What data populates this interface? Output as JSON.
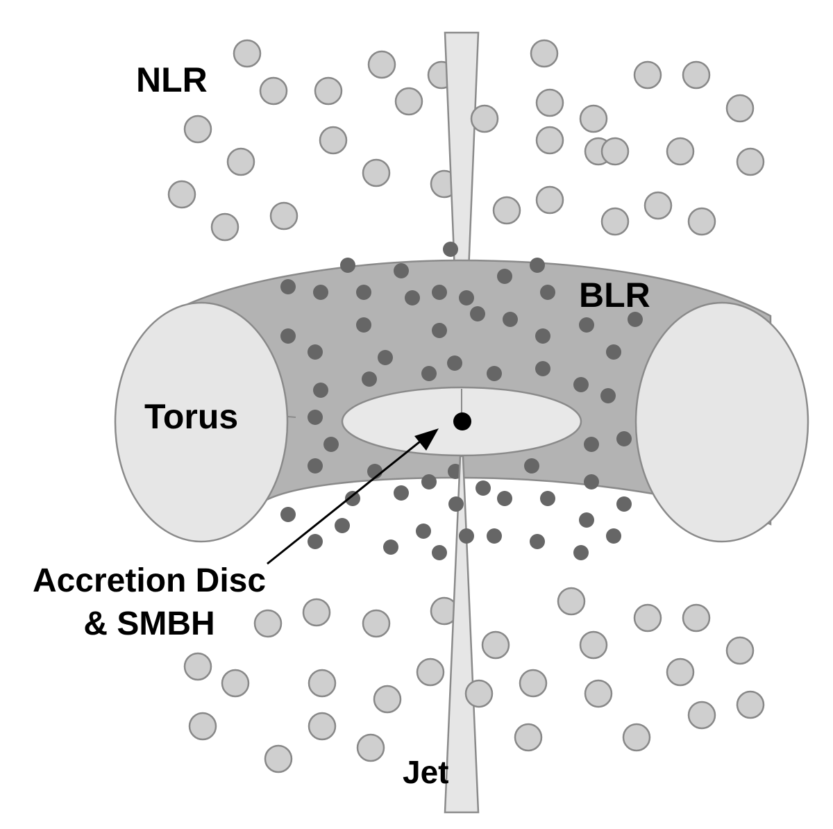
{
  "diagram": {
    "subject": "Active galactic nucleus unified model",
    "labels": {
      "nlr": "NLR",
      "blr": "BLR",
      "torus": "Torus",
      "accretion_line1": "Accretion Disc",
      "accretion_line2": "& SMBH",
      "jet": "Jet"
    },
    "colors": {
      "background": "#ffffff",
      "nlr_cloud_fill": "#cfcfcf",
      "nlr_cloud_stroke": "#888888",
      "blr_cloud_fill": "#666666",
      "torus_body": "#b3b3b3",
      "torus_ends": "#e6e6e6",
      "accretion_disc": "#e8e8e8",
      "jet": "#e6e6e6",
      "smbh": "#000000",
      "text": "#000000"
    },
    "components": [
      "Narrow Line Region clouds",
      "Broad Line Region clouds",
      "Dusty torus",
      "Accretion disc",
      "Supermassive black hole",
      "Bipolar jet"
    ]
  }
}
